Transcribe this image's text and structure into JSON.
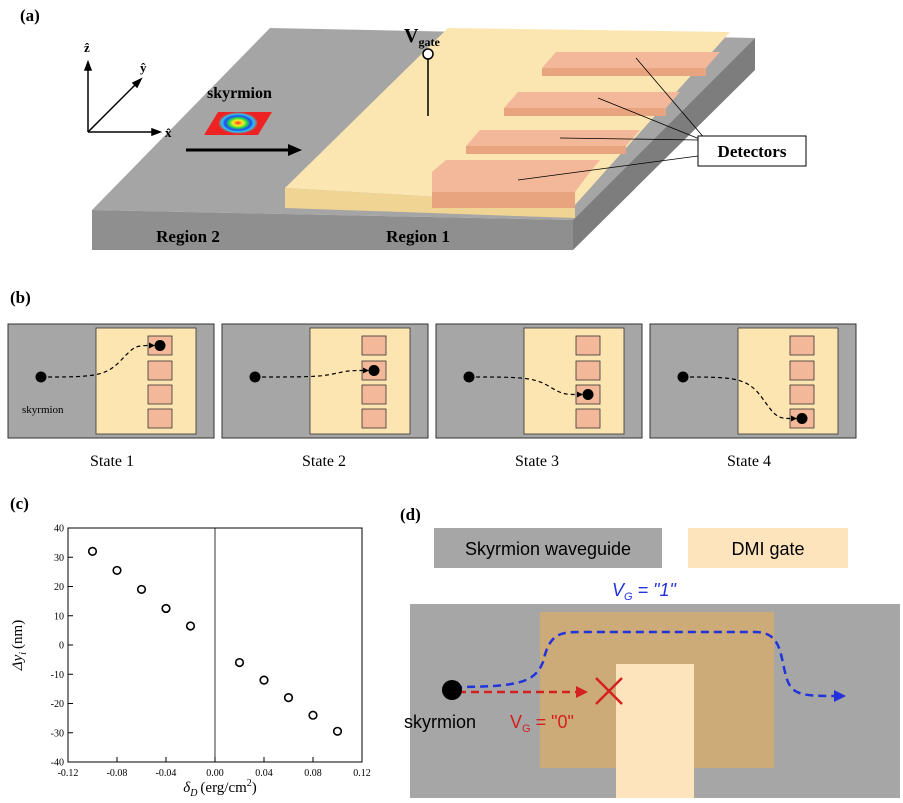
{
  "panels": {
    "a": {
      "letter": "(a)",
      "skyrmion_label": "skyrmion",
      "vgate_main": "V",
      "vgate_sub": "gate",
      "detectors_label": "Detectors",
      "region1": "Region 1",
      "region2": "Region 2",
      "axes": {
        "x": "x̂",
        "y": "ŷ",
        "z": "ẑ"
      }
    },
    "b": {
      "letter": "(b)",
      "skyrmion_label": "skyrmion",
      "states": [
        "State 1",
        "State 2",
        "State 3",
        "State 4"
      ],
      "target_detector": [
        1,
        2,
        3,
        4
      ]
    },
    "c": {
      "letter": "(c)",
      "xlabel_main": "δ",
      "xlabel_sub": "D",
      "xlabel_unit": "(erg/cm",
      "xlabel_sup": "2",
      "xlabel_close": ")",
      "ylabel_main": "Δy",
      "ylabel_sub": "i",
      "ylabel_unit": "(nm)"
    },
    "d": {
      "letter": "(d)",
      "legend_waveguide": "Skyrmion waveguide",
      "legend_gate": "DMI gate",
      "vg1_prefix": "V",
      "vg1_sub": "G",
      "vg1_value": " = \"1\"",
      "vg0_prefix": "V",
      "vg0_sub": "G",
      "vg0_value": " = \"0\"",
      "skyrmion_label": "skyrmion"
    }
  },
  "chart_data": {
    "type": "scatter",
    "title": "",
    "xlabel": "δD (erg/cm2)",
    "ylabel": "Δyi (nm)",
    "xlim": [
      -0.12,
      0.12
    ],
    "ylim": [
      -40,
      40
    ],
    "xticks": [
      -0.12,
      -0.08,
      -0.04,
      0.0,
      0.04,
      0.08,
      0.12
    ],
    "xtick_labels": [
      "-0.12",
      "-0.08",
      "-0.04",
      "0.00",
      "0.04",
      "0.08",
      "0.12"
    ],
    "yticks": [
      -40,
      -30,
      -20,
      -10,
      0,
      10,
      20,
      30,
      40
    ],
    "ytick_labels": [
      "-40",
      "-30",
      "-20",
      "-10",
      "0",
      "10",
      "20",
      "30",
      "40"
    ],
    "series": [
      {
        "x": [
          -0.1,
          -0.08,
          -0.06,
          -0.04,
          -0.02,
          0.02,
          0.04,
          0.06,
          0.08,
          0.1
        ],
        "y": [
          32,
          25.5,
          19,
          12.5,
          6.5,
          -6,
          -12,
          -18,
          -24,
          -29.5
        ]
      }
    ],
    "marker": "open-circle",
    "zero_line": true,
    "grid": false
  },
  "colors": {
    "substrate": "#999999",
    "substrate_dark": "#808080",
    "gate": "#fbe5b0",
    "detector": "#f2b899",
    "waveguide": "#a6a6a6",
    "dmi_gate": "#ccab78",
    "path_blue": "#2233dd",
    "path_red": "#d42020"
  }
}
